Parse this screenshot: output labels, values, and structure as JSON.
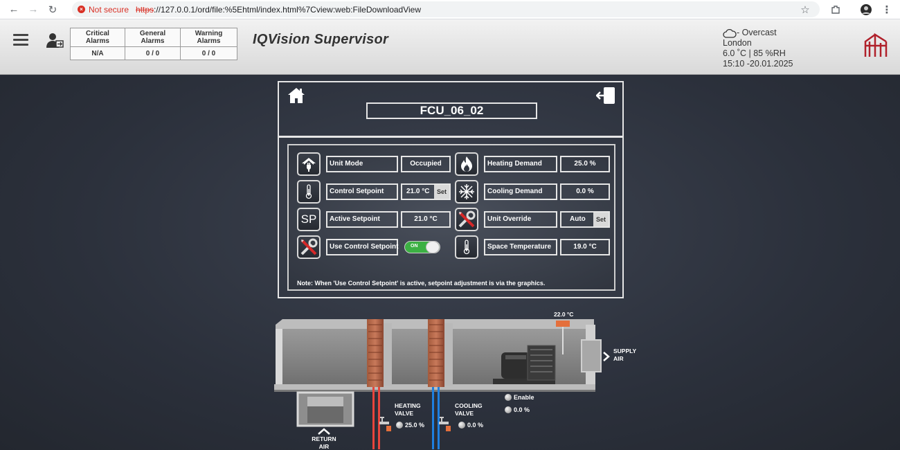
{
  "browser": {
    "not_secure": "Not secure",
    "url_protocol": "https",
    "url_rest": "://127.0.0.1/ord/file:%5Ehtml/index.html%7Cview:web:FileDownloadView"
  },
  "header": {
    "title": "IQVision Supervisor",
    "alarms": {
      "headers": [
        "Critical Alarms",
        "General Alarms",
        "Warning Alarms"
      ],
      "values": [
        "N/A",
        "0 / 0",
        "0 / 0"
      ]
    },
    "weather": {
      "condition": " - Overcast",
      "city": "London",
      "temp_rh": "6.0 ˚C | 85 %RH",
      "datetime": "15:10 -20.01.2025"
    }
  },
  "unit": {
    "name": "FCU_06_02"
  },
  "left_rows": [
    {
      "label": "Unit Mode",
      "value": "Occupied",
      "icon": "house-plug-icon"
    },
    {
      "label": "Control Setpoint",
      "value": "21.0 °C",
      "set": "Set",
      "icon": "thermometer-icon"
    },
    {
      "label": "Active Setpoint",
      "value": "21.0 °C",
      "icon": "sp-icon"
    },
    {
      "label": "Use Control Setpoint",
      "toggle": "ON",
      "icon": "tools-icon"
    }
  ],
  "right_rows": [
    {
      "label": "Heating Demand",
      "value": "25.0 %",
      "icon": "flame-icon"
    },
    {
      "label": "Cooling Demand",
      "value": "0.0 %",
      "icon": "snowflake-icon"
    },
    {
      "label": "Unit Override",
      "value": "Auto",
      "set": "Set",
      "icon": "tools-icon"
    },
    {
      "label": "Space Temperature",
      "value": "19.0 °C",
      "icon": "thermometer-icon"
    }
  ],
  "note": "Note: When 'Use Control Setpoint' is active, setpoint adjustment is via the graphics.",
  "diagram": {
    "supply_temp": "22.0 °C",
    "supply_label_1": "SUPPLY",
    "supply_label_2": "AIR",
    "return_label_1": "RETURN",
    "return_label_2": "AIR",
    "heating_label_1": "HEATING",
    "heating_label_2": "VALVE",
    "heating_value": "25.0 %",
    "cooling_label_1": "COOLING",
    "cooling_label_2": "VALVE",
    "cooling_value": "0.0 %",
    "fan_enable": "Enable",
    "fan_value": "0.0 %"
  },
  "colors": {
    "background": "#2b303b",
    "toggle_on": "#3cb043",
    "heating_pipe": "#e8453c",
    "cooling_pipe": "#1e7fe0",
    "logo": "#b0202a"
  }
}
